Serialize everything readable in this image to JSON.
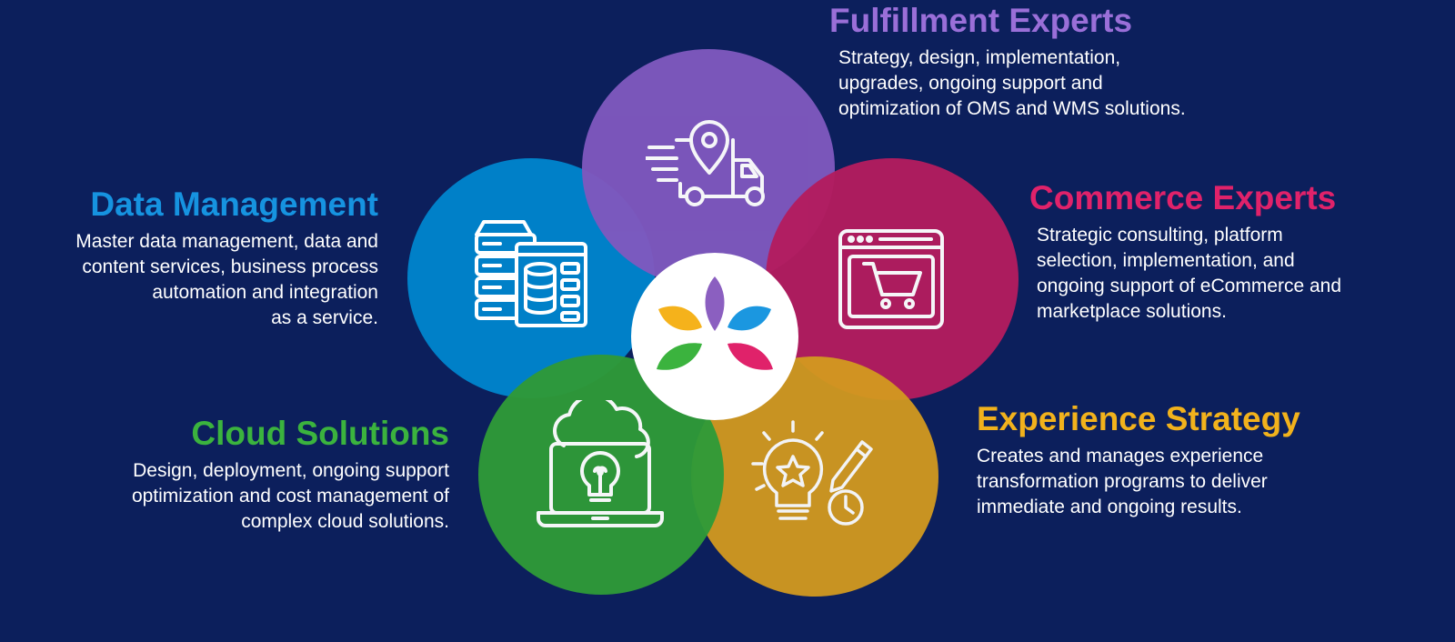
{
  "colors": {
    "background": "#0c1f5c",
    "data_management": "#0080c8",
    "fulfillment": "#7f58be",
    "commerce": "#b31c5f",
    "experience": "#d39a1f",
    "cloud": "#2f9a38",
    "heading_data": "#1693e0",
    "heading_fulfillment": "#9a6fd8",
    "heading_commerce": "#e0226a",
    "heading_experience": "#f2b21c",
    "heading_cloud": "#3bb33e"
  },
  "services": {
    "fulfillment": {
      "title": "Fulfillment Experts",
      "description": "Strategy, design, implementation,\nupgrades, ongoing support and\noptimization of OMS and WMS solutions."
    },
    "data": {
      "title": "Data Management",
      "description": "Master data management, data and\ncontent services, business process\nautomation and integration\nas a service."
    },
    "commerce": {
      "title": "Commerce Experts",
      "description": "Strategic consulting, platform\nselection, implementation, and\nongoing support of eCommerce and\nmarketplace solutions."
    },
    "experience": {
      "title": "Experience Strategy",
      "description": "Creates and manages experience\ntransformation programs to deliver\nimmediate and ongoing results."
    },
    "cloud": {
      "title": "Cloud Solutions",
      "description": "Design, deployment, ongoing support\noptimization and cost management of\ncomplex cloud solutions."
    }
  },
  "icons": {
    "fulfillment": "delivery-truck-icon",
    "data": "database-server-icon",
    "commerce": "browser-cart-icon",
    "experience": "idea-lightbulb-icon",
    "cloud": "cloud-laptop-icon",
    "center": "petal-logo-icon"
  }
}
